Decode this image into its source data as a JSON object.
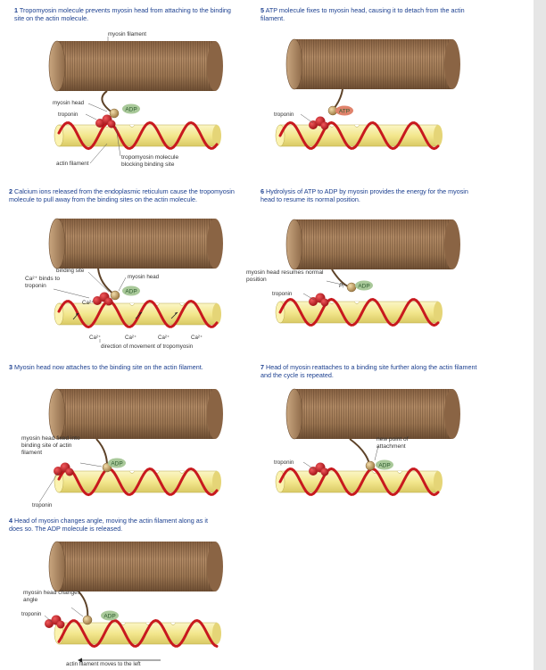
{
  "colors": {
    "myosin_fill": "#b08863",
    "actin_fill": "#f6ec9e",
    "tropomyosin": "#c8191e",
    "troponin": "#c8191e",
    "head": "#c7a36a",
    "adp_fill": "#a9c99a",
    "atp_fill": "#e0836c",
    "title_text": "#1b3f8f"
  },
  "panels": [
    {
      "num": "1",
      "title": "Tropomyosin molecule prevents myosin head from attaching to the binding site on the actin molecule.",
      "labels": {
        "filament": "myosin filament",
        "head": "myosin head",
        "troponin": "troponin",
        "badge": "ADP",
        "actin": "actin filament",
        "tropo": "tropomyosin molecule blocking binding site"
      }
    },
    {
      "num": "2",
      "title": "Calcium ions released from the endoplasmic reticulum cause the tropomyosin molecule to pull away from the binding sites on the actin molecule.",
      "labels": {
        "binding": "binding site",
        "ca_binds": "Ca²⁺ binds to troponin",
        "head": "myosin head",
        "badge": "ADP",
        "ca": "Ca²⁺",
        "direction": "direction of movement of tropomyosin"
      }
    },
    {
      "num": "3",
      "title": "Myosin head now attaches to the binding site on the actin filament.",
      "labels": {
        "fixed": "myosin head fixed into binding site of actin filament",
        "badge": "ADP",
        "troponin": "troponin"
      }
    },
    {
      "num": "4",
      "title": "Head of myosin changes angle, moving the actin filament along as it does so. The ADP molecule is released.",
      "labels": {
        "changes": "myosin head changes angle",
        "troponin": "troponin",
        "badge": "ADP",
        "moves": "actin filament moves to the left"
      }
    },
    {
      "num": "5",
      "title": "ATP molecule fixes to myosin head, causing it to detach from the actin filament.",
      "labels": {
        "troponin": "troponin",
        "badge": "ATP"
      }
    },
    {
      "num": "6",
      "title": "Hydrolysis of ATP to ADP by myosin provides the energy for the myosin head to resume its normal position.",
      "labels": {
        "resumes": "myosin head resumes normal position",
        "troponin": "troponin",
        "badge": "ADP",
        "pi": "Pᵢ"
      }
    },
    {
      "num": "7",
      "title": "Head of myosin reattaches to a binding site further along the actin filament and the cycle is repeated.",
      "labels": {
        "troponin": "troponin",
        "newpoint": "new point of attachment",
        "badge": "ADP"
      }
    }
  ]
}
